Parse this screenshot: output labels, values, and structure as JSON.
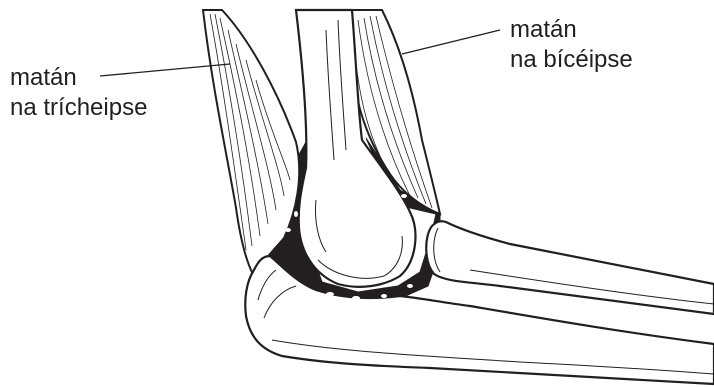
{
  "labels": {
    "triceps": {
      "line1": "matán",
      "line2": "na trícheipse"
    },
    "biceps": {
      "line1": "matán",
      "line2": "na bícéipse"
    }
  },
  "colors": {
    "ink": "#231f20",
    "background": "#ffffff"
  }
}
